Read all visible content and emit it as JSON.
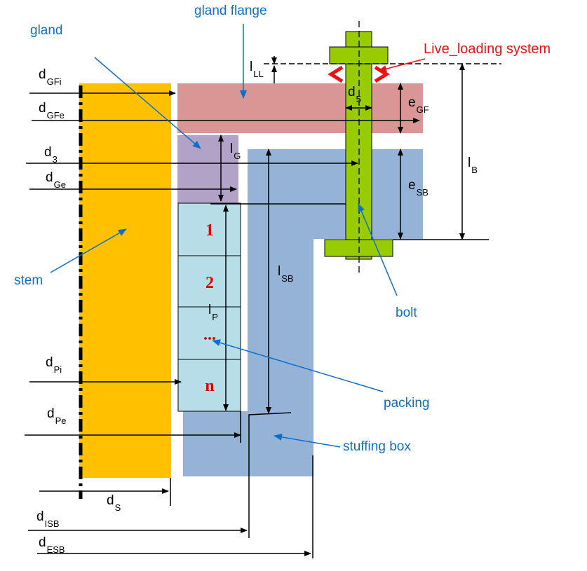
{
  "labels": {
    "gland": "gland",
    "gland_flange": "gland flange",
    "live_loading": "Live_loading  system",
    "stem": "stem",
    "bolt": "bolt",
    "packing": "packing",
    "stuffing_box": "stuffing box"
  },
  "packing_rings": [
    "1",
    "2",
    "...",
    "n"
  ],
  "dims": {
    "dGFi": {
      "main": "d",
      "sub": "GFi"
    },
    "dGFe": {
      "main": "d",
      "sub": "GFe"
    },
    "d3": {
      "main": "d",
      "sub": "3"
    },
    "dGe": {
      "main": "d",
      "sub": "Ge"
    },
    "dPi": {
      "main": "d",
      "sub": "Pi"
    },
    "dPe": {
      "main": "d",
      "sub": "Pe"
    },
    "dS": {
      "main": "d",
      "sub": "S"
    },
    "dISB": {
      "main": "d",
      "sub": "ISB"
    },
    "dESB": {
      "main": "d",
      "sub": "ESB"
    },
    "d5": {
      "main": "d",
      "sub": "5"
    },
    "lLL": {
      "main": "l",
      "sub": "LL"
    },
    "lG": {
      "main": "l",
      "sub": "G"
    },
    "lP": {
      "main": "l",
      "sub": "P"
    },
    "lSB": {
      "main": "l",
      "sub": "SB"
    },
    "lB": {
      "main": "l",
      "sub": "B"
    },
    "eGF": {
      "main": "e",
      "sub": "GF"
    },
    "eSB": {
      "main": "e",
      "sub": "SB"
    }
  },
  "colors": {
    "stem": "#ffc000",
    "gland_flange": "#d99694",
    "gland": "#b3a2c7",
    "stuffing_box": "#95b3d7",
    "packing": "#b7dee8",
    "bolt": "#99cc00",
    "callout": "#0f6fc6",
    "accent_red": "#ee1111"
  }
}
